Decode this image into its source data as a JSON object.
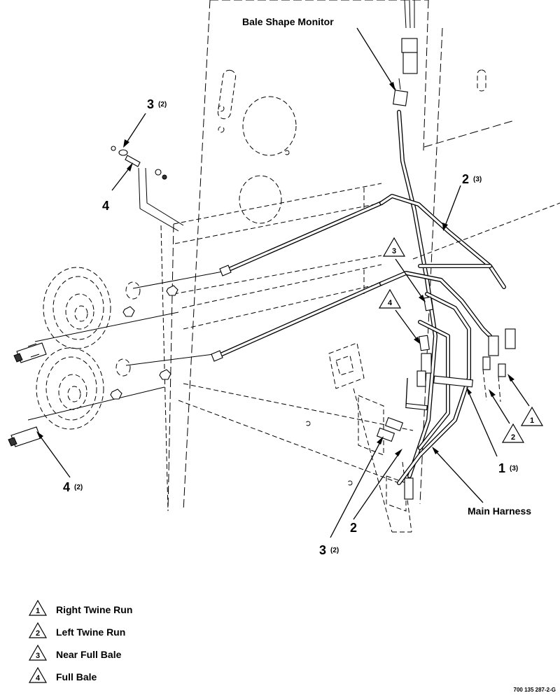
{
  "callouts": {
    "bale_shape_monitor": "Bale Shape Monitor",
    "main_harness": "Main Harness",
    "c3_top_num": "3",
    "c3_top_qty": "(2)",
    "c4_top_num": "4",
    "c2_top_num": "2",
    "c2_top_qty": "(3)",
    "c4_bottom_num": "4",
    "c4_bottom_qty": "(2)",
    "c1_num": "1",
    "c1_qty": "(3)",
    "c2_bottom_num": "2",
    "c3_bottom_num": "3",
    "c3_bottom_qty": "(2)"
  },
  "markers": {
    "tri_1": "1",
    "tri_2": "2",
    "tri_3": "3",
    "tri_4": "4"
  },
  "legend": [
    {
      "marker": "1",
      "text": "Right Twine Run"
    },
    {
      "marker": "2",
      "text": "Left Twine Run"
    },
    {
      "marker": "3",
      "text": "Near Full Bale"
    },
    {
      "marker": "4",
      "text": "Full Bale"
    }
  ],
  "reference_code": "700 135 287-2-G"
}
